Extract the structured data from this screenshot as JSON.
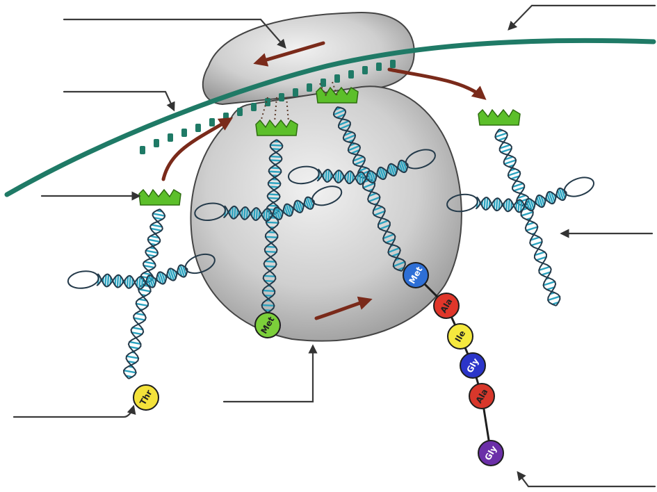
{
  "title": "",
  "label_blanks": [
    {
      "id": "blank-top-left",
      "text": ""
    },
    {
      "id": "blank-top-right",
      "text": ""
    },
    {
      "id": "blank-left-upper",
      "text": ""
    },
    {
      "id": "blank-left-middle",
      "text": ""
    },
    {
      "id": "blank-right-middle",
      "text": ""
    },
    {
      "id": "blank-bottom-center",
      "text": ""
    },
    {
      "id": "blank-bottom-left",
      "text": ""
    },
    {
      "id": "blank-bottom-right",
      "text": ""
    }
  ],
  "amino_acids": [
    {
      "abbr": "Thr",
      "color": "#f4e23a"
    },
    {
      "abbr": "Met",
      "color": "#7ccf3a"
    },
    {
      "abbr": "Met",
      "color": "#2e6fd6"
    },
    {
      "abbr": "Ala",
      "color": "#e0362a"
    },
    {
      "abbr": "Ile",
      "color": "#f5e93e"
    },
    {
      "abbr": "Gly",
      "color": "#2b35c9"
    },
    {
      "abbr": "Ala",
      "color": "#d8372b"
    },
    {
      "abbr": "Gly",
      "color": "#6b2fa8"
    }
  ],
  "colors": {
    "mrna": "#1f7a66",
    "anticodon": "#5cbf2a",
    "ribosome": "#c8c8c8",
    "helix_rung": "#2aa3c0",
    "motion_arrow": "#7a2a1a"
  },
  "icons": [
    "trna-molecule",
    "ribosome",
    "mrna-strand",
    "amino-acid-chain",
    "direction-arrow"
  ]
}
